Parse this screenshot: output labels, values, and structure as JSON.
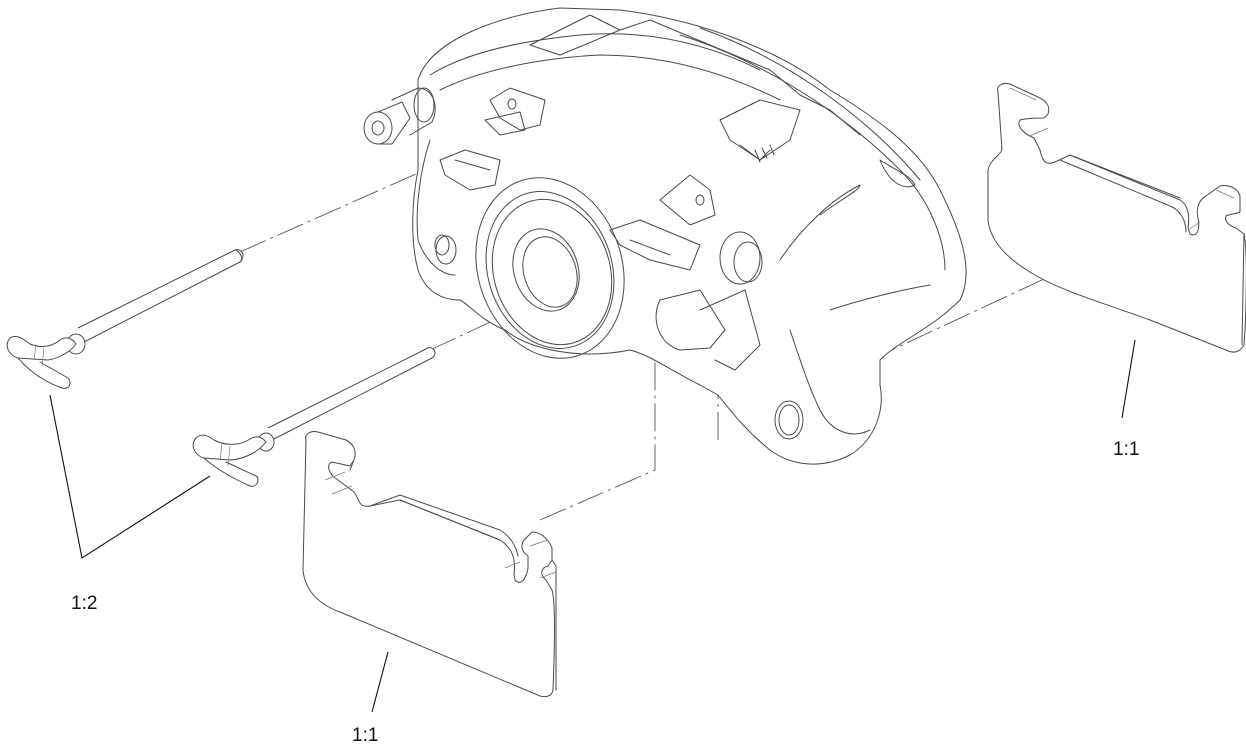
{
  "diagram": {
    "type": "exploded-assembly-drawing",
    "subject": "brake caliper with pads and retaining pins",
    "components": [
      {
        "id": "caliper-body",
        "label": ""
      },
      {
        "id": "retaining-pin-upper",
        "label": ""
      },
      {
        "id": "retaining-pin-lower",
        "label": ""
      },
      {
        "id": "brake-pad-right",
        "label": ""
      },
      {
        "id": "brake-pad-left",
        "label": ""
      }
    ],
    "labels": {
      "pins_qty": "1:2",
      "pad_left_qty": "1:1",
      "pad_right_qty": "1:1"
    }
  }
}
